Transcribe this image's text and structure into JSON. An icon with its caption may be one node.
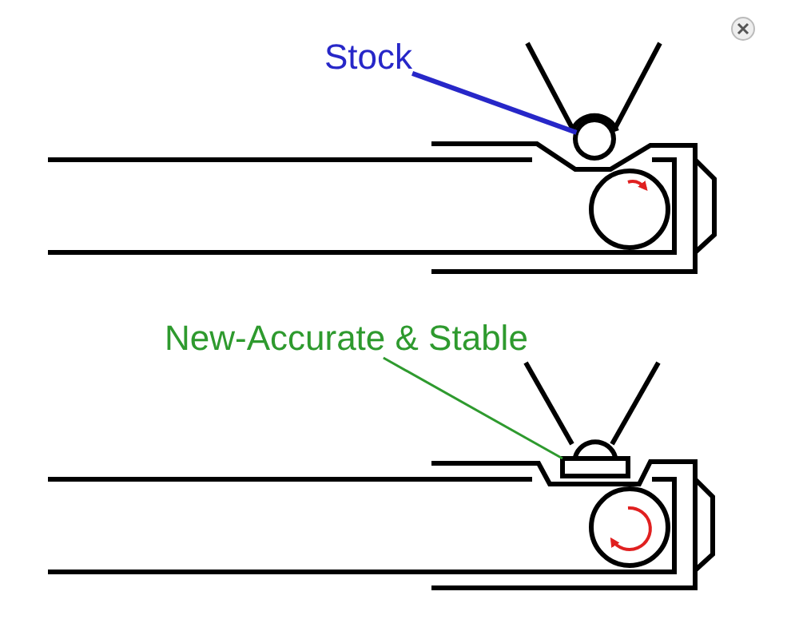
{
  "diagram": {
    "nodes": [
      {
        "text": [
          "Stock"
        ]
      },
      {
        "text": [],
        "shape": "circle"
      },
      {
        "text": [
          "New-Accurate & Stable"
        ]
      },
      {
        "text": [],
        "shape": "box"
      }
    ],
    "edges": [
      {
        "from": 0,
        "to": 1,
        "arrow": "none",
        "style": "thick",
        "color": "#2727c8"
      },
      {
        "from": 2,
        "to": 3,
        "arrow": "none",
        "color": "#2e9a2e"
      }
    ]
  }
}
